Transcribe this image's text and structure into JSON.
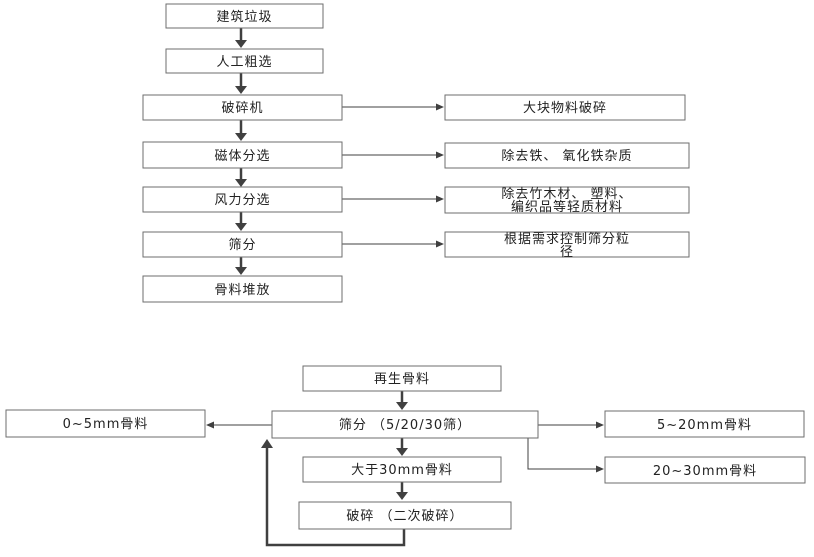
{
  "flow1": {
    "construction_waste": "建筑垃圾",
    "manual_sorting": "人工粗选",
    "crusher": "破碎机",
    "magnetic_separation": "磁体分选",
    "wind_separation": "风力分选",
    "screening": "筛分",
    "aggregate_stacking": "骨料堆放",
    "large_crush": "大块物料破碎",
    "remove_iron": "除去铁、 氧化铁杂质",
    "remove_light_line1": "除去竹木材、 塑料、",
    "remove_light_line2": "编织品等轻质材料",
    "control_size_line1": "根据需求控制筛分粒",
    "control_size_line2": "径"
  },
  "flow2": {
    "recycled_aggregate": "再生骨料",
    "screening": "筛分 （5/20/30筛）",
    "fine": "0~5mm骨料",
    "medium": "5~20mm骨料",
    "coarse": "20~30mm骨料",
    "oversize": "大于30mm骨料",
    "secondary_crush": "破碎 （二次破碎）"
  }
}
